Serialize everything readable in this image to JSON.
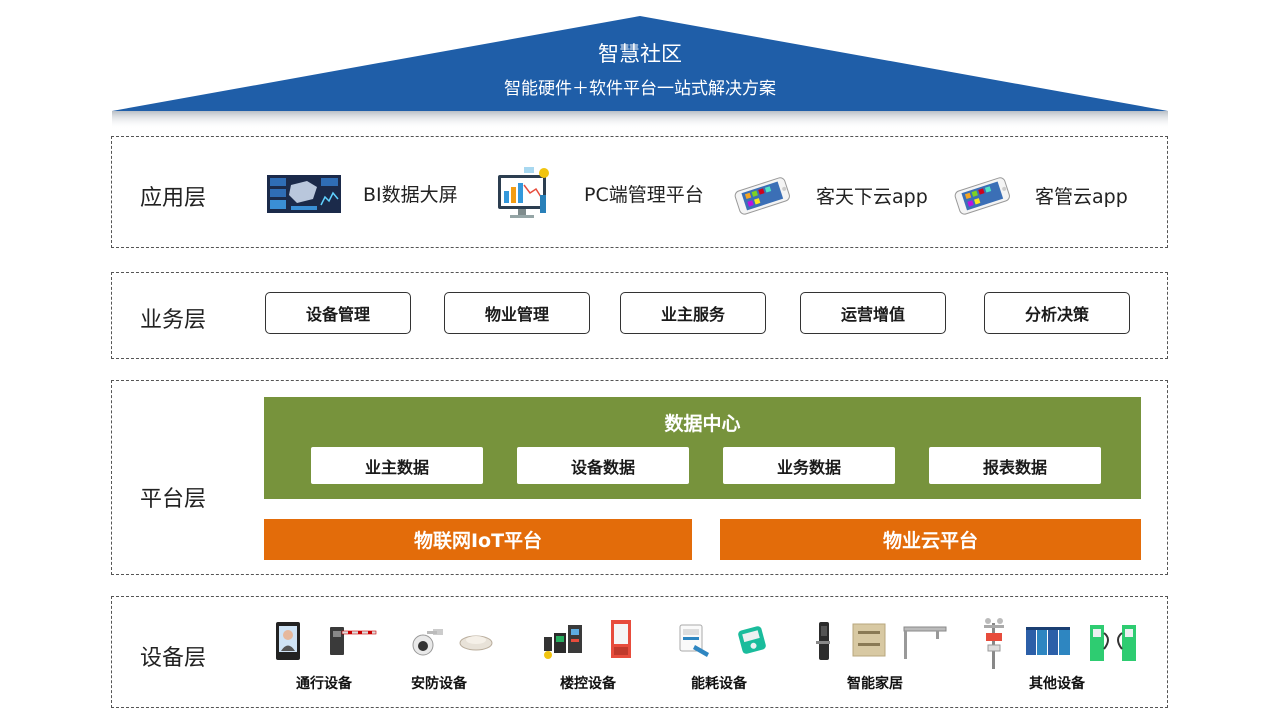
{
  "roof": {
    "title": "智慧社区",
    "subtitle": "智能硬件＋软件平台一站式解决方案",
    "color": "#1f5ea8"
  },
  "layers": {
    "app": {
      "label": "应用层",
      "items": [
        {
          "label": "BI数据大屏",
          "icon": "dashboard-screen-icon"
        },
        {
          "label": "PC端管理平台",
          "icon": "pc-monitor-icon"
        },
        {
          "label": "客天下云app",
          "icon": "smartphone-icon"
        },
        {
          "label": "客管云app",
          "icon": "smartphone-icon"
        }
      ]
    },
    "business": {
      "label": "业务层",
      "items": [
        "设备管理",
        "物业管理",
        "业主服务",
        "运营增值",
        "分析决策"
      ]
    },
    "platform": {
      "label": "平台层",
      "data_center": {
        "title": "数据中心",
        "color": "#77933c",
        "items": [
          "业主数据",
          "设备数据",
          "业务数据",
          "报表数据"
        ]
      },
      "iot_platform": "物联网IoT平台",
      "cloud_platform": "物业云平台",
      "orange": "#e36c0a"
    },
    "device": {
      "label": "设备层",
      "groups": [
        {
          "label": "通行设备",
          "icons": [
            "face-recognition-terminal-icon",
            "barrier-gate-icon"
          ]
        },
        {
          "label": "安防设备",
          "icons": [
            "security-camera-icon",
            "smoke-detector-icon"
          ]
        },
        {
          "label": "楼控设备",
          "icons": [
            "control-panel-icon",
            "fire-cabinet-icon"
          ]
        },
        {
          "label": "能耗设备",
          "icons": [
            "water-meter-icon",
            "electric-meter-icon"
          ]
        },
        {
          "label": "智能家居",
          "icons": [
            "smart-lock-icon",
            "smart-panel-icon",
            "curtain-rail-icon"
          ]
        },
        {
          "label": "其他设备",
          "icons": [
            "weather-station-icon",
            "trash-bin-icon",
            "charging-pile-icon"
          ]
        }
      ]
    }
  }
}
